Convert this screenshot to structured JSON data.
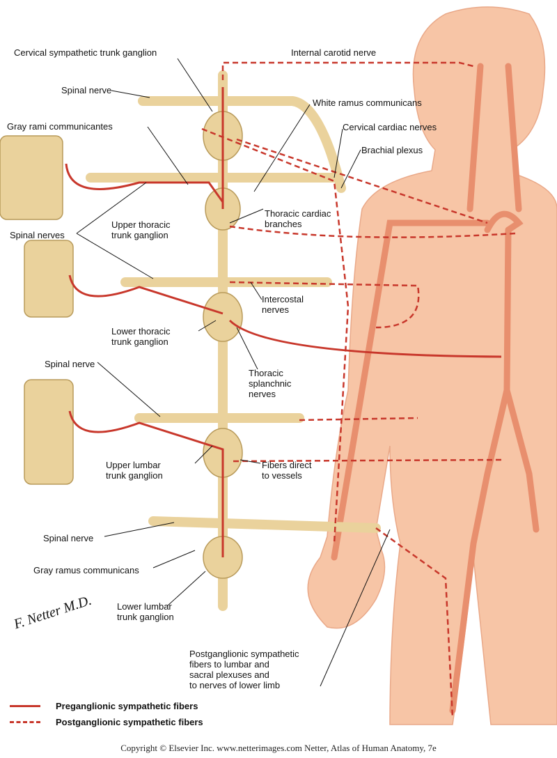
{
  "labels": {
    "cervical_ganglion": "Cervical sympathetic trunk ganglion",
    "internal_carotid": "Internal carotid nerve",
    "spinal_nerve_1": "Spinal nerve",
    "white_ramus": "White ramus communicans",
    "gray_rami": "Gray rami communicantes",
    "cervical_cardiac": "Cervical cardiac nerves",
    "brachial_plexus": "Brachial plexus",
    "thoracic_cardiac": [
      "Thoracic cardiac",
      "branches"
    ],
    "upper_thoracic": [
      "Upper thoracic",
      "trunk ganglion"
    ],
    "spinal_nerves": "Spinal nerves",
    "intercostal": [
      "Intercostal",
      "nerves"
    ],
    "lower_thoracic": [
      "Lower thoracic",
      "trunk ganglion"
    ],
    "splanchnic": [
      "Thoracic",
      "splanchnic",
      "nerves"
    ],
    "spinal_nerve_2": "Spinal nerve",
    "upper_lumbar": [
      "Upper lumbar",
      "trunk ganglion"
    ],
    "fibers_direct": [
      "Fibers direct",
      "to vessels"
    ],
    "spinal_nerve_3": "Spinal nerve",
    "gray_ramus": "Gray ramus communicans",
    "lower_lumbar": [
      "Lower lumbar",
      "trunk ganglion"
    ],
    "postganglionic_lower": [
      "Postganglionic sympathetic",
      "fibers to lumbar and",
      "sacral plexuses and",
      "to nerves of lower limb"
    ]
  },
  "legend": {
    "pre": "Preganglionic sympathetic fibers",
    "post": "Postganglionic sympathetic fibers"
  },
  "signature": "F. Netter M.D.",
  "copyright": "Copyright © Elsevier Inc.  www.netterimages.com Netter, Atlas of Human Anatomy, 7e",
  "colors": {
    "fiber": "#c8372b",
    "skin": "#f7c5a6",
    "nerve": "#ead29c"
  }
}
